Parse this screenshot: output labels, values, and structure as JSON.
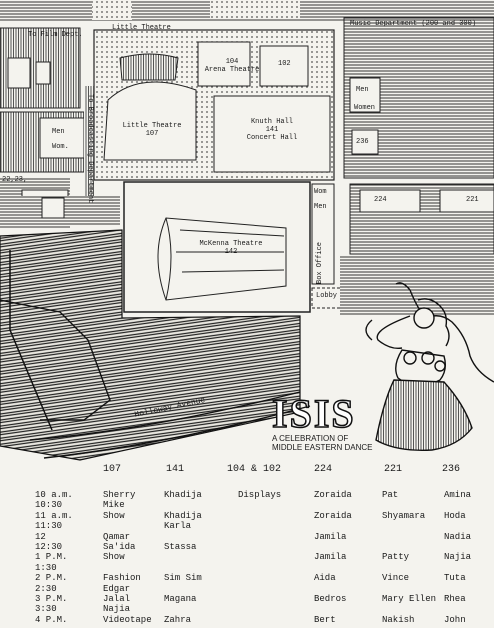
{
  "map": {
    "to_film_dept": "To Film Dept.",
    "little_theatre_top": "Little Theatre",
    "music_department": "Music Department (200 and 300)",
    "room_104_arena": "104\nArena Theatre",
    "room_102": "102",
    "men_right": "Men",
    "women_right": "Women",
    "men_left": "Men",
    "wom_left": "Wom.",
    "little_theatre_107": "Little Theatre\n107",
    "knuth_hall": "Knuth Hall\n141\nConcert Hall",
    "broadcasting": "To Broadcasting Department",
    "room_236": "236",
    "rooms_22_23": "22,23,",
    "wom_mid": "Wom",
    "men_mid": "Men",
    "room_224": "224",
    "room_221": "221",
    "mckenna": "McKenna Theatre\n142",
    "box_office": "Box Office",
    "lobby": "Lobby",
    "holloway": "Holloway Avenue"
  },
  "logo": {
    "title": "ISIS",
    "subtitle": "A CELEBRATION OF\nMIDDLE EASTERN DANCE"
  },
  "schedule": {
    "columns": [
      "107",
      "141",
      "104 & 102",
      "224",
      "221",
      "236"
    ],
    "times": [
      "10 a.m.",
      "10:30",
      "11 a.m.",
      "11:30",
      "12",
      "12:30",
      "1 P.M.",
      "1:30",
      "2 P.M.",
      "2:30",
      "3 P.M.",
      "3:30",
      "4 P.M."
    ],
    "entries": [
      {
        "col": 0,
        "row": 0,
        "text": "Sherry"
      },
      {
        "col": 0,
        "row": 1,
        "text": "Mike"
      },
      {
        "col": 0,
        "row": 2,
        "text": "Show"
      },
      {
        "col": 0,
        "row": 4,
        "text": "Qamar"
      },
      {
        "col": 0,
        "row": 5,
        "text": "Sa'ida"
      },
      {
        "col": 0,
        "row": 6,
        "text": "Show"
      },
      {
        "col": 0,
        "row": 8,
        "text": "Fashion"
      },
      {
        "col": 0,
        "row": 9,
        "text": "Edgar"
      },
      {
        "col": 0,
        "row": 10,
        "text": "Jalal"
      },
      {
        "col": 0,
        "row": 11,
        "text": "Najia"
      },
      {
        "col": 0,
        "row": 12,
        "text": "Videotape"
      },
      {
        "col": 1,
        "row": 0,
        "text": "Khadija"
      },
      {
        "col": 1,
        "row": 2,
        "text": "Khadija"
      },
      {
        "col": 1,
        "row": 3,
        "text": "Karla"
      },
      {
        "col": 1,
        "row": 5,
        "text": "Stassa"
      },
      {
        "col": 1,
        "row": 8,
        "text": "Sim Sim"
      },
      {
        "col": 1,
        "row": 10,
        "text": "Magana"
      },
      {
        "col": 1,
        "row": 12,
        "text": "Zahra"
      },
      {
        "col": 2,
        "row": 0,
        "text": "Displays"
      },
      {
        "col": 3,
        "row": 0,
        "text": "Zoraida"
      },
      {
        "col": 3,
        "row": 2,
        "text": "Zoraida"
      },
      {
        "col": 3,
        "row": 4,
        "text": "Jamila"
      },
      {
        "col": 3,
        "row": 6,
        "text": "Jamila"
      },
      {
        "col": 3,
        "row": 8,
        "text": "Aida"
      },
      {
        "col": 3,
        "row": 10,
        "text": "Bedros"
      },
      {
        "col": 3,
        "row": 12,
        "text": "Bert"
      },
      {
        "col": 4,
        "row": 0,
        "text": "Pat"
      },
      {
        "col": 4,
        "row": 2,
        "text": "Shyamara"
      },
      {
        "col": 4,
        "row": 6,
        "text": "Patty"
      },
      {
        "col": 4,
        "row": 8,
        "text": "Vince"
      },
      {
        "col": 4,
        "row": 10,
        "text": "Mary Ellen"
      },
      {
        "col": 4,
        "row": 12,
        "text": "Nakish"
      },
      {
        "col": 5,
        "row": 0,
        "text": "Amina"
      },
      {
        "col": 5,
        "row": 2,
        "text": "Hoda"
      },
      {
        "col": 5,
        "row": 4,
        "text": "Nadia"
      },
      {
        "col": 5,
        "row": 6,
        "text": "Najia"
      },
      {
        "col": 5,
        "row": 8,
        "text": "Tuta"
      },
      {
        "col": 5,
        "row": 10,
        "text": "Rhea"
      },
      {
        "col": 5,
        "row": 12,
        "text": "John"
      }
    ]
  }
}
